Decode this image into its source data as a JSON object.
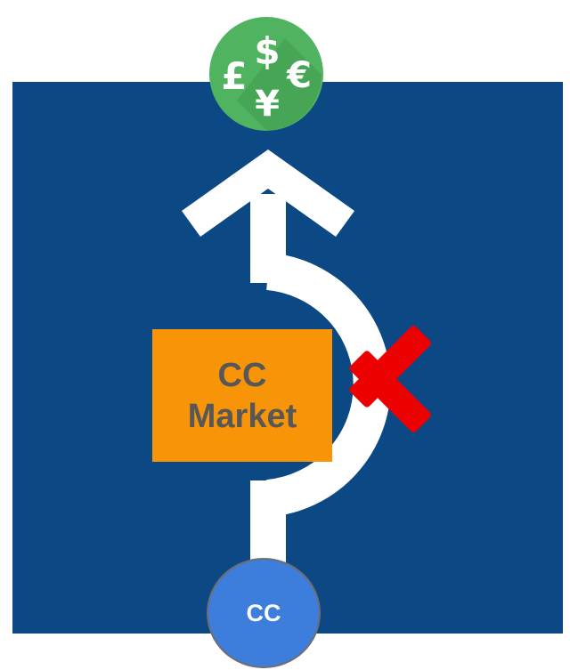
{
  "market_box": {
    "line1": "CC",
    "line2": "Market"
  },
  "source_node": {
    "label": "CC"
  },
  "currency_icon": {
    "glyphs": [
      "£",
      "$",
      "€",
      "¥"
    ]
  },
  "colors": {
    "panel": "#0b4884",
    "market_box": "#f79407",
    "market_text": "#575757",
    "source_node": "#3d7ddc",
    "currency_icon": "#4fb35f",
    "blocked_cross": "#ec0000"
  }
}
